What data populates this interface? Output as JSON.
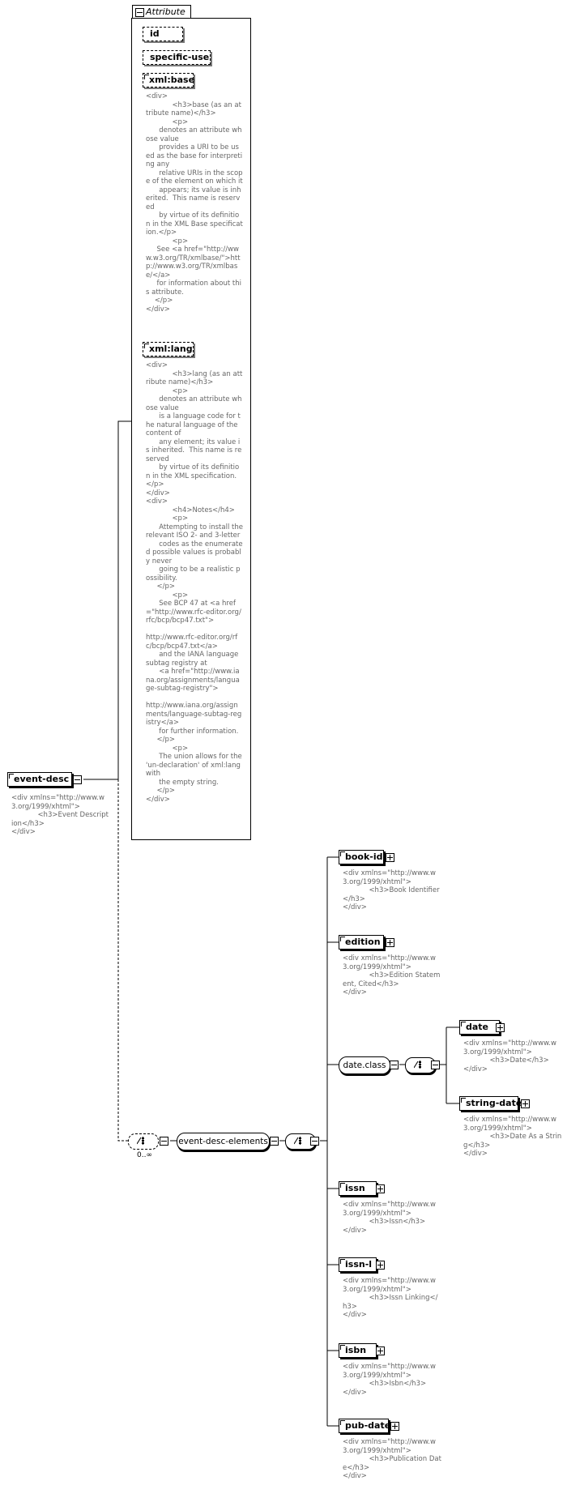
{
  "attribute_group": {
    "title": "Attribute",
    "attributes": [
      {
        "name": "id",
        "doc": ""
      },
      {
        "name": "specific-use",
        "doc": ""
      },
      {
        "name": "xml:base",
        "doc": "<div>\n            <h3>base (as an attribute name)</h3>\n            <p>\n      denotes an attribute whose value\n      provides a URI to be used as the base for interpreting any\n      relative URIs in the scope of the element on which it\n      appears; its value is inherited.  This name is reserved\n      by virtue of its definition in the XML Base specification.</p>\n            <p>\n     See <a href=\"http://www.w3.org/TR/xmlbase/\">http://www.w3.org/TR/xmlbase/</a>\n     for information about this attribute.\n    </p>\n</div>"
      },
      {
        "name": "xml:lang",
        "doc": "<div>\n            <h3>lang (as an attribute name)</h3>\n            <p>\n      denotes an attribute whose value\n      is a language code for the natural language of the content of\n      any element; its value is inherited.  This name is reserved\n      by virtue of its definition in the XML specification.</p>\n</div>\n<div>\n            <h4>Notes</h4>\n            <p>\n      Attempting to install the relevant ISO 2- and 3-letter\n      codes as the enumerated possible values is probably never\n      going to be a realistic possibility.\n     </p>\n            <p>\n      See BCP 47 at <a href=\"http://www.rfc-editor.org/rfc/bcp/bcp47.txt\">\n\nhttp://www.rfc-editor.org/rfc/bcp/bcp47.txt</a>\n      and the IANA language subtag registry at\n      <a href=\"http://www.iana.org/assignments/language-subtag-registry\">\n\nhttp://www.iana.org/assignments/language-subtag-registry</a>\n      for further information.\n     </p>\n            <p>\n      The union allows for the 'un-declaration' of xml:lang with\n      the empty string.\n     </p>\n</div>"
      }
    ]
  },
  "root": {
    "name": "event-desc",
    "doc": "<div xmlns=\"http://www.w3.org/1999/xhtml\">\n            <h3>Event Description</h3>\n</div>"
  },
  "group": {
    "name": "event-desc-elements",
    "occurrence": "0..∞"
  },
  "children": [
    {
      "name": "book-id",
      "doc": "<div xmlns=\"http://www.w3.org/1999/xhtml\">\n            <h3>Book Identifier</h3>\n</div>"
    },
    {
      "name": "edition",
      "doc": "<div xmlns=\"http://www.w3.org/1999/xhtml\">\n            <h3>Edition Statement, Cited</h3>\n</div>"
    },
    {
      "name": "issn",
      "doc": "<div xmlns=\"http://www.w3.org/1999/xhtml\">\n            <h3>Issn</h3>\n</div>"
    },
    {
      "name": "issn-l",
      "doc": "<div xmlns=\"http://www.w3.org/1999/xhtml\">\n            <h3>Issn Linking</h3>\n</div>"
    },
    {
      "name": "isbn",
      "doc": "<div xmlns=\"http://www.w3.org/1999/xhtml\">\n            <h3>Isbn</h3>\n</div>"
    },
    {
      "name": "pub-date",
      "doc": "<div xmlns=\"http://www.w3.org/1999/xhtml\">\n            <h3>Publication Date</h3>\n</div>"
    }
  ],
  "date_class": {
    "name": "date.class",
    "children": [
      {
        "name": "date",
        "doc": "<div xmlns=\"http://www.w3.org/1999/xhtml\">\n            <h3>Date</h3>\n</div>"
      },
      {
        "name": "string-date",
        "doc": "<div xmlns=\"http://www.w3.org/1999/xhtml\">\n            <h3>Date As a String</h3>\n</div>"
      }
    ]
  }
}
